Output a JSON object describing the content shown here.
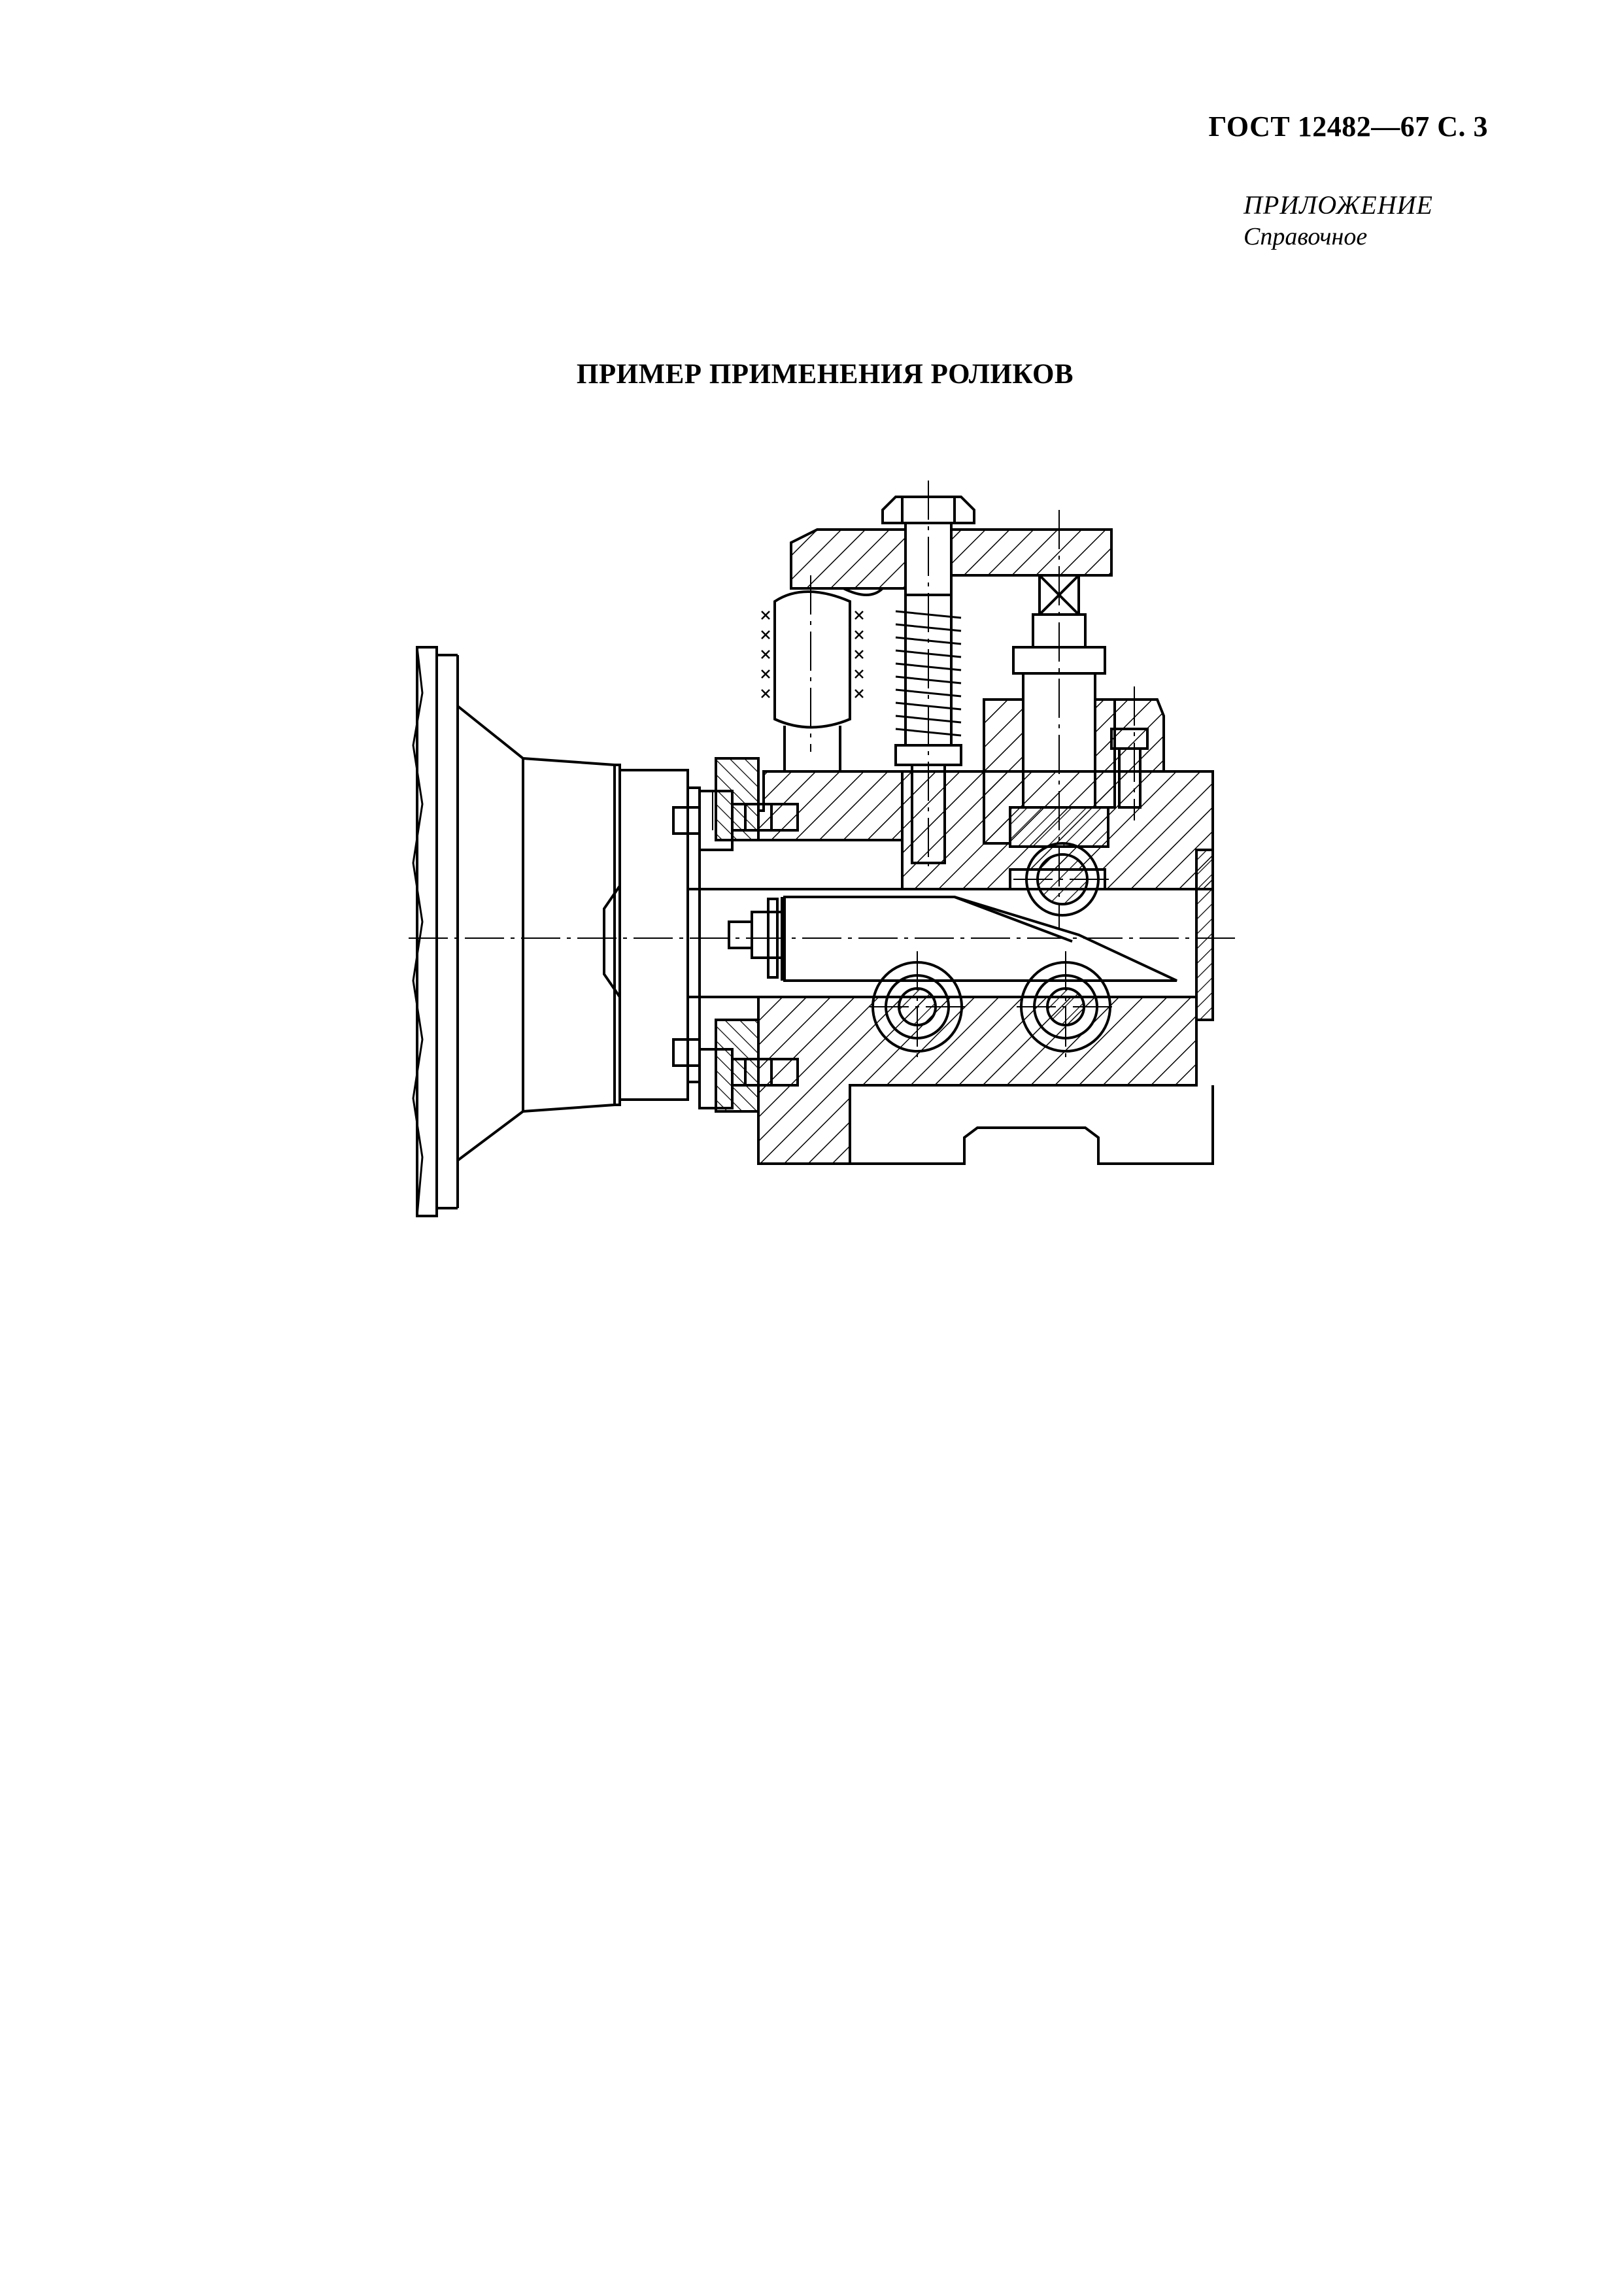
{
  "header": {
    "standard_code": "ГОСТ 12482—67 С. 3"
  },
  "appendix": {
    "label": "ПРИЛОЖЕНИЕ",
    "type": "Справочное"
  },
  "title": "ПРИМЕР ПРИМЕНЕНИЯ РОЛИКОВ",
  "figure": {
    "stroke_color": "#000000",
    "background_color": "#ffffff"
  }
}
